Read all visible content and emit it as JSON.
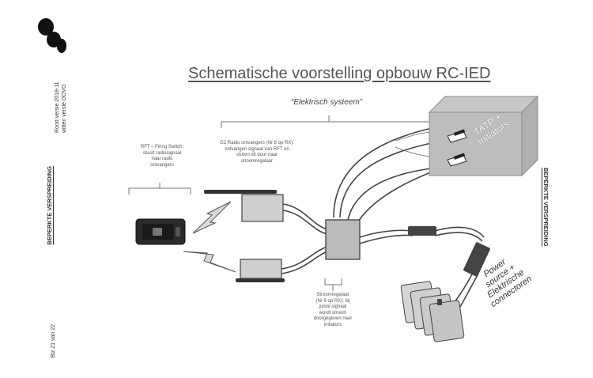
{
  "page": {
    "left_margin_top": "Rood versie 2018-11\nwitten versie DOVO",
    "left_margin_classification": "BEPERKTE VERSPREIDING",
    "left_margin_page": "Blz 21 van 22",
    "right_margin_classification": "BEPERKTE VERSPREIDING"
  },
  "diagram": {
    "title": "Schematische voorstelling opbouw RC-IED",
    "system_label": "“Elektrisch systeem”",
    "rft_label": "RFT – Firing Switch:\nstuurt radiosignaal\nnaar radio\nontvangers",
    "receivers_label": "G2 Radio ontvangers (Nr 8 op RX):\nontvangen signaal van RFT en\nsturen dit door naar\nstroomregelaar",
    "regulator_label": "Stroomregelaar\n(Nr 9 op RX): bij\njuiste signaal\nwordt stroom\ndoorgegeven naar\ninitiators",
    "tatp_label": "TATP +\nInitiators",
    "power_label": "Power\nsource +\nElektrische\nconnectoren"
  }
}
